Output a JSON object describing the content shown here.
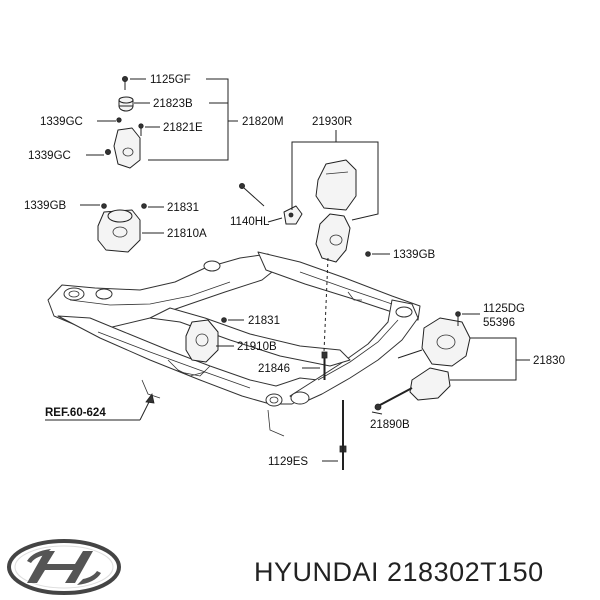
{
  "labels": {
    "p1125GF": "1125GF",
    "p21823B": "21823B",
    "p1339GC_a": "1339GC",
    "p21821E": "21821E",
    "p21820M": "21820M",
    "p1339GC_b": "1339GC",
    "p21930R": "21930R",
    "p1339GB_a": "1339GB",
    "p21831_a": "21831",
    "p21810A": "21810A",
    "p1140HL": "1140HL",
    "p1339GB_b": "1339GB",
    "p1125DG": "1125DG",
    "p55396": "55396",
    "p21831_b": "21831",
    "p21910B": "21910B",
    "p21830": "21830",
    "p21846": "21846",
    "ref": "REF.60-624",
    "p21890B": "21890B",
    "p1129ES": "1129ES"
  },
  "caption": "HYUNDAI 218302T150",
  "logo_icon": "hyundai-logo-icon"
}
